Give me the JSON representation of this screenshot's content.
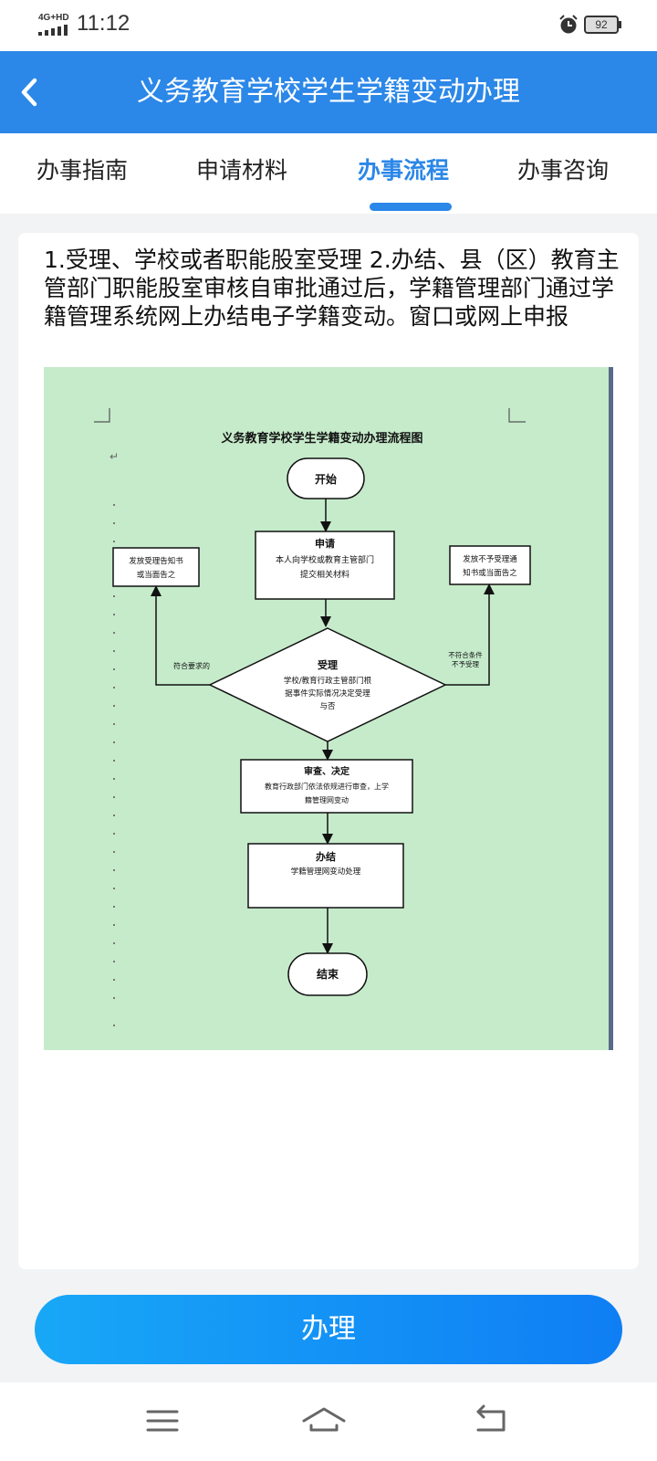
{
  "status_bar": {
    "network": "4G+HD",
    "time": "11:12",
    "battery": "92"
  },
  "header": {
    "title": "义务教育学校学生学籍变动办理"
  },
  "tabs": [
    {
      "label": "办事指南"
    },
    {
      "label": "申请材料"
    },
    {
      "label": "办事流程"
    },
    {
      "label": "办事咨询"
    }
  ],
  "active_tab": "办事流程",
  "content": {
    "description": "1.受理、学校或者职能股室受理 2.办结、县（区）教育主管部门职能股室审核自审批通过后，学籍管理部门通过学籍管理系统网上办结电子学籍变动。窗口或网上申报"
  },
  "flowchart": {
    "title": "义务教育学校学生学籍变动办理流程图",
    "start": "开始",
    "apply_title": "申请",
    "apply_body": [
      "本人向学校或教育主管部门",
      "提交相关材料"
    ],
    "left_box": [
      "发放受理告知书",
      "或当面告之"
    ],
    "right_box": [
      "发放不予受理通",
      "知书或当面告之"
    ],
    "left_edge": "符合要求的",
    "right_edge": [
      "不符合条件",
      "不予受理"
    ],
    "accept_title": "受理",
    "accept_body": [
      "学校/教育行政主管部门根",
      "据事件实际情况决定受理",
      "与否"
    ],
    "review_title": "审查、决定",
    "review_body": [
      "教育行政部门依法依规进行审查，上学",
      "籍管理网变动"
    ],
    "finish_title": "办结",
    "finish_body": "学籍管理网变动处理",
    "end": "结束"
  },
  "action": {
    "label": "办理"
  },
  "colors": {
    "brand": "#2b87e8",
    "flowchart_bg": "#c6ebcb"
  },
  "nav_icons": [
    "menu-icon",
    "home-icon",
    "back-nav-icon"
  ]
}
